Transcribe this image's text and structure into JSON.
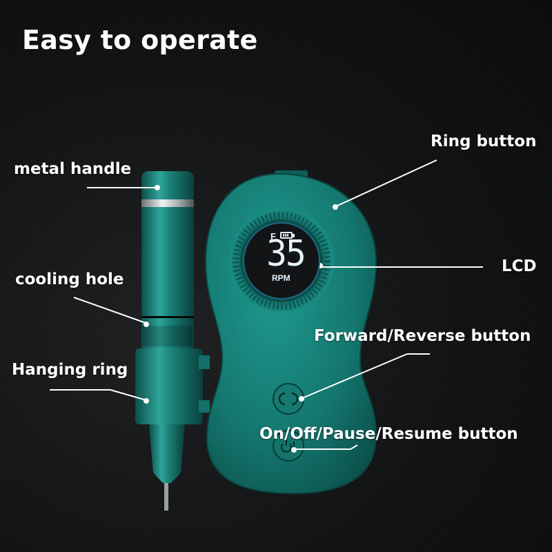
{
  "headline": "Easy to operate",
  "callouts": {
    "metal_handle": "metal handle",
    "cooling_hole": "cooling hole",
    "hanging_ring": "Hanging ring",
    "ring_button": "Ring button",
    "lcd": "LCD",
    "forward_reverse": "Forward/Reverse button",
    "power": "On/Off/Pause/Resume button"
  },
  "lcd_display": {
    "direction": "F",
    "battery_bars": 3,
    "value": "35",
    "unit": "RPM"
  },
  "colors": {
    "background": "#0d0d0e",
    "device_teal": "#1a8a80",
    "device_teal_dark": "#0e5a55",
    "lcd_text": "#e6f4ff",
    "label_text": "#ffffff"
  }
}
